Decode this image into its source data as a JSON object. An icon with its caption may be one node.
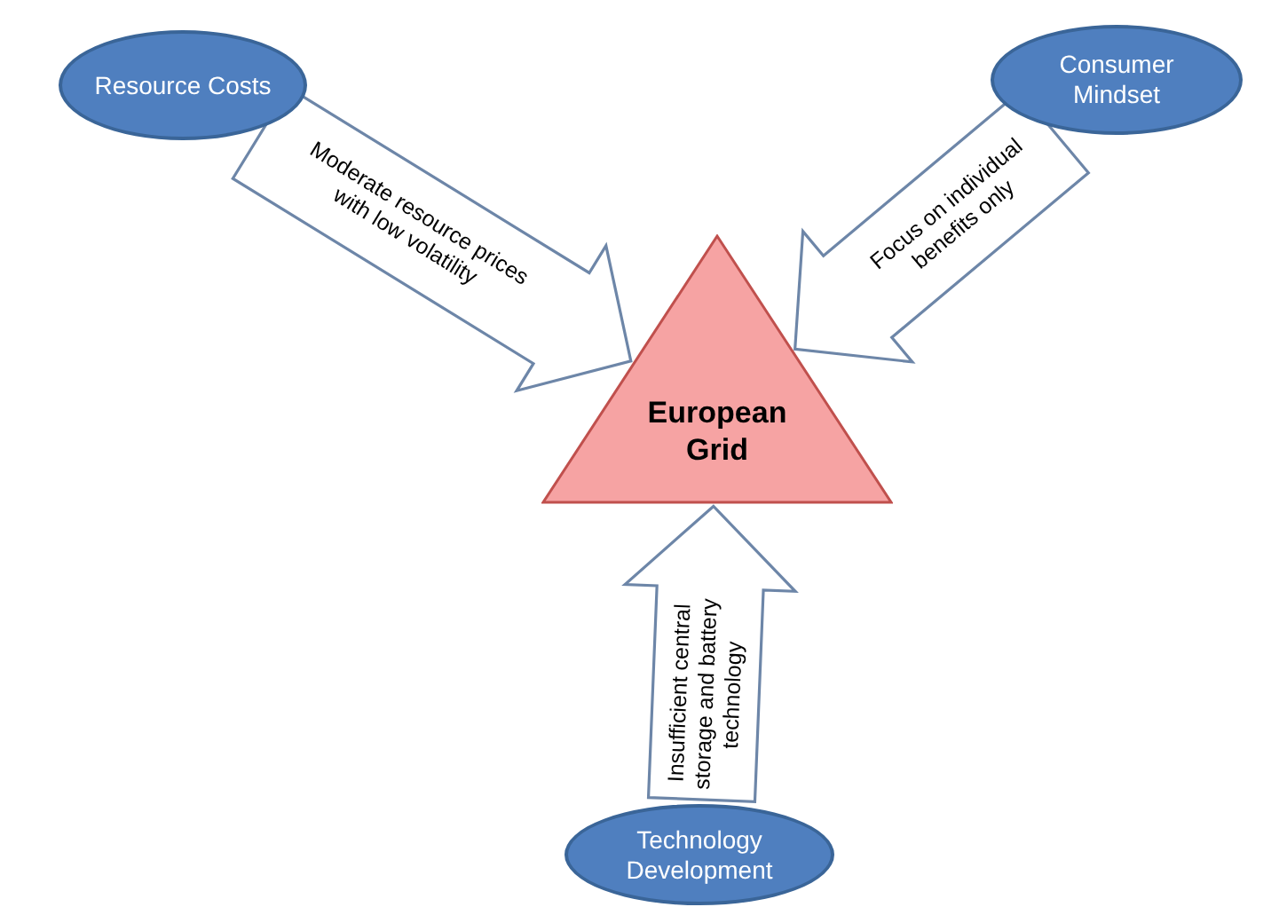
{
  "diagram": {
    "nodes": [
      {
        "text": [
          "Resource Costs"
        ]
      },
      {
        "text": [
          "Consumer Mindset"
        ]
      },
      {
        "text": [
          "European Grid"
        ]
      },
      {
        "text": [
          "Technology Development"
        ]
      }
    ],
    "edges": [
      {
        "from": 0,
        "to": 2,
        "arrow": "to",
        "label": "Moderate resource prices with low volatility"
      },
      {
        "from": 1,
        "to": 2,
        "arrow": "to",
        "label": "Focus on individual benefits only"
      },
      {
        "from": 3,
        "to": 2,
        "arrow": "to",
        "label": "Insufficient central storage and battery technology"
      }
    ]
  }
}
